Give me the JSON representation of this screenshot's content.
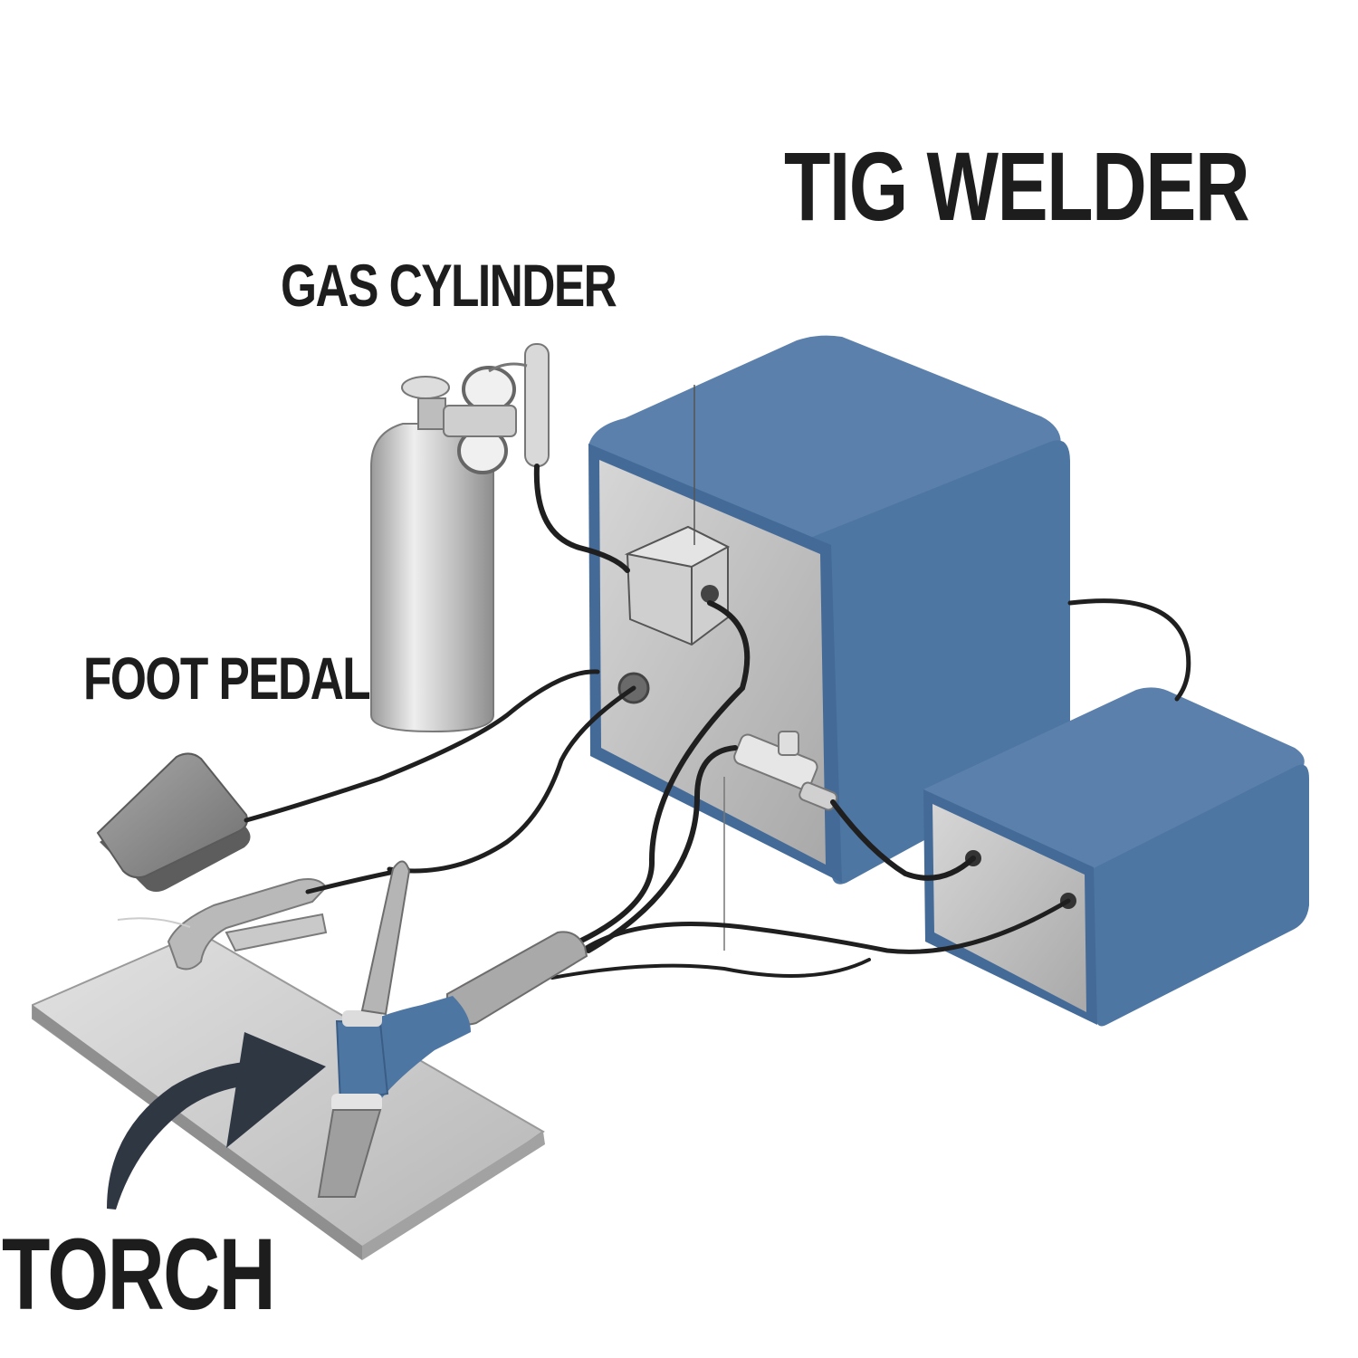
{
  "labels": {
    "tig_welder": "TIG WELDER",
    "gas_cylinder": "GAS CYLINDER",
    "foot_pedal": "FOOT PEDAL",
    "torch": "TORCH"
  },
  "colors": {
    "machine_blue": "#4f77a3",
    "machine_blue_dark": "#3e6390",
    "panel_gray": "#bcbcbc",
    "metal_gray": "#c8c8c8",
    "cable": "#1f1f1f",
    "arrow": "#2f3743",
    "label_text": "#1d1d1d"
  }
}
